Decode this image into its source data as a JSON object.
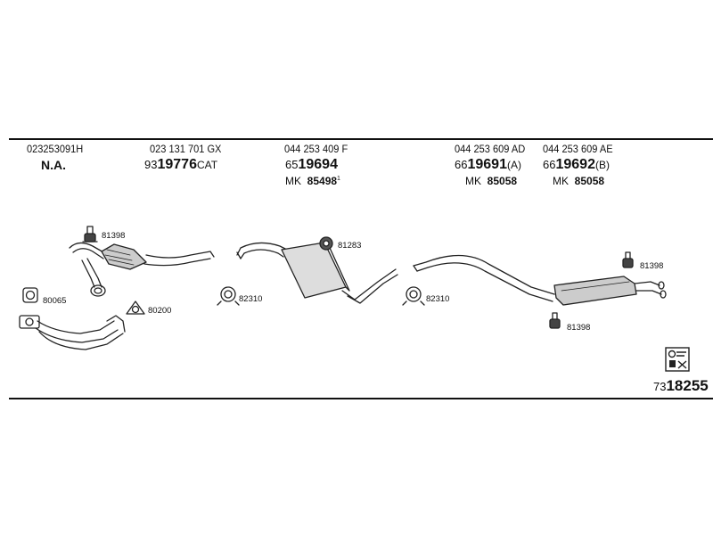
{
  "columns": [
    {
      "oem": "023253091H",
      "na": "N.A."
    },
    {
      "oem": "023 131 701 GX",
      "pn_prefix": "93",
      "pn_main": "19776",
      "pn_suffix": "CAT"
    },
    {
      "oem": "044 253 409 F",
      "pn_prefix": "65",
      "pn_main": "19694",
      "mk_label": "MK",
      "mk_value": "85498",
      "mk_mark": "1"
    },
    {
      "oem": "044 253 609 AD",
      "pn_prefix": "66",
      "pn_main": "19691",
      "pn_suffix": "(A)",
      "mk_label": "MK",
      "mk_value": "85058"
    },
    {
      "oem": "044 253 609 AE",
      "pn_prefix": "66",
      "pn_main": "19692",
      "pn_suffix": "(B)",
      "mk_label": "MK",
      "mk_value": "85058"
    }
  ],
  "parts": {
    "hanger_front": "81398",
    "gasket_front": "80065",
    "gasket_flange": "80200",
    "clamp_1": "82310",
    "clamp_2": "82310",
    "ring_mount": "81283",
    "hanger_rear_top": "81398",
    "hanger_rear_bottom": "81398"
  },
  "footer": {
    "prefix": "73",
    "main": "18255"
  }
}
